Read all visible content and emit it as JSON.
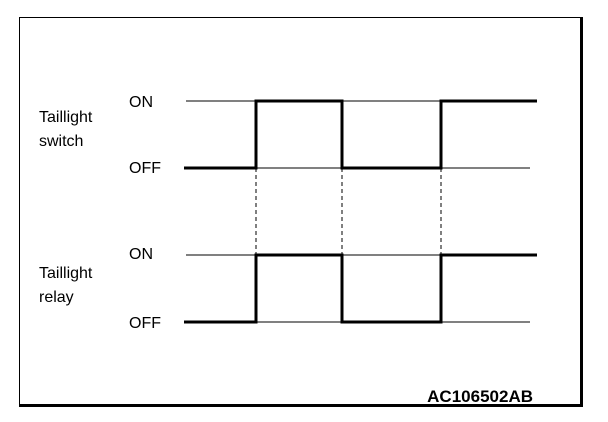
{
  "signals": [
    {
      "id": "switch",
      "name_line1": "Taillight",
      "name_line2": "switch",
      "high_label": "ON",
      "low_label": "OFF"
    },
    {
      "id": "relay",
      "name_line1": "Taillight",
      "name_line2": "relay",
      "high_label": "ON",
      "low_label": "OFF"
    }
  ],
  "figure_code": "AC106502AB"
}
